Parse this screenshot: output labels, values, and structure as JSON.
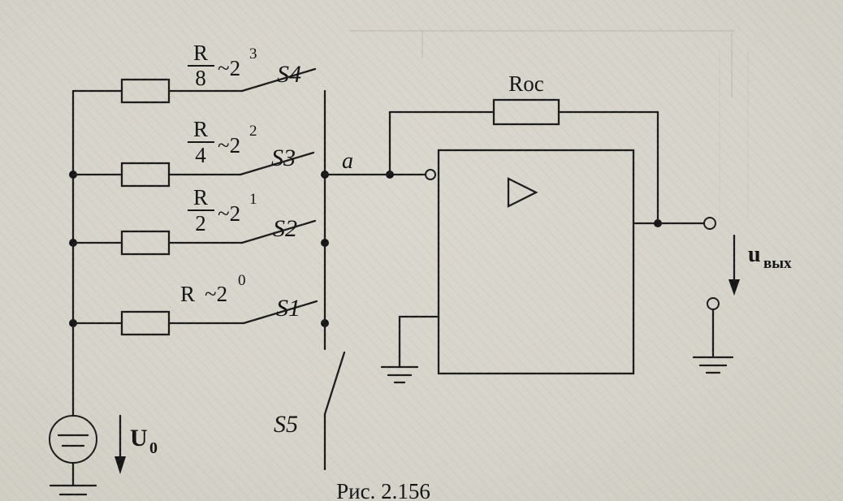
{
  "colors": {
    "paper": "#d8d5cc",
    "ink": "#1b1b1b"
  },
  "branches": [
    {
      "numerator": "R",
      "denominator": "8",
      "weight_base": "~2",
      "weight_exponent": "3",
      "switch_label": "S4"
    },
    {
      "numerator": "R",
      "denominator": "4",
      "weight_base": "~2",
      "weight_exponent": "2",
      "switch_label": "S3"
    },
    {
      "numerator": "R",
      "denominator": "2",
      "weight_base": "~2",
      "weight_exponent": "1",
      "switch_label": "S2"
    },
    {
      "resistor_label": "R",
      "weight_base": "~2",
      "weight_exponent": "0",
      "switch_label": "S1"
    }
  ],
  "node_label": "a",
  "feedback_resistor_label": "Roc",
  "series_switch_label": "S5",
  "input_source": {
    "label_main": "U",
    "label_sub": "0"
  },
  "output": {
    "label_main": "u",
    "label_sub": "вых"
  },
  "caption": "Рис. 2.156"
}
